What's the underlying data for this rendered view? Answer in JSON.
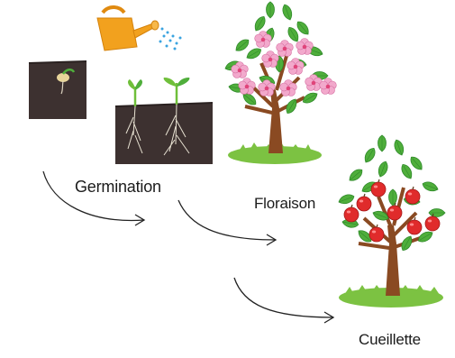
{
  "stages": {
    "germination": "Germination",
    "floraison": "Floraison",
    "cueillette": "Cueillette"
  },
  "colors": {
    "soil": "#3d3130",
    "watering_can": "#f2a11e",
    "water_drops": "#3aa3e0",
    "trunk": "#8a4a22",
    "leaf": "#4fae3b",
    "leaf_dark": "#2f8a2a",
    "grass": "#7cc242",
    "blossom": "#f2a9cc",
    "blossom_center": "#e0447a",
    "apple": "#e02b2b",
    "arrow": "#222222"
  },
  "icons": [
    "watering-can-icon",
    "seed-icon",
    "seedling-icon",
    "flowering-tree-icon",
    "fruit-tree-icon",
    "arrow-icon"
  ]
}
